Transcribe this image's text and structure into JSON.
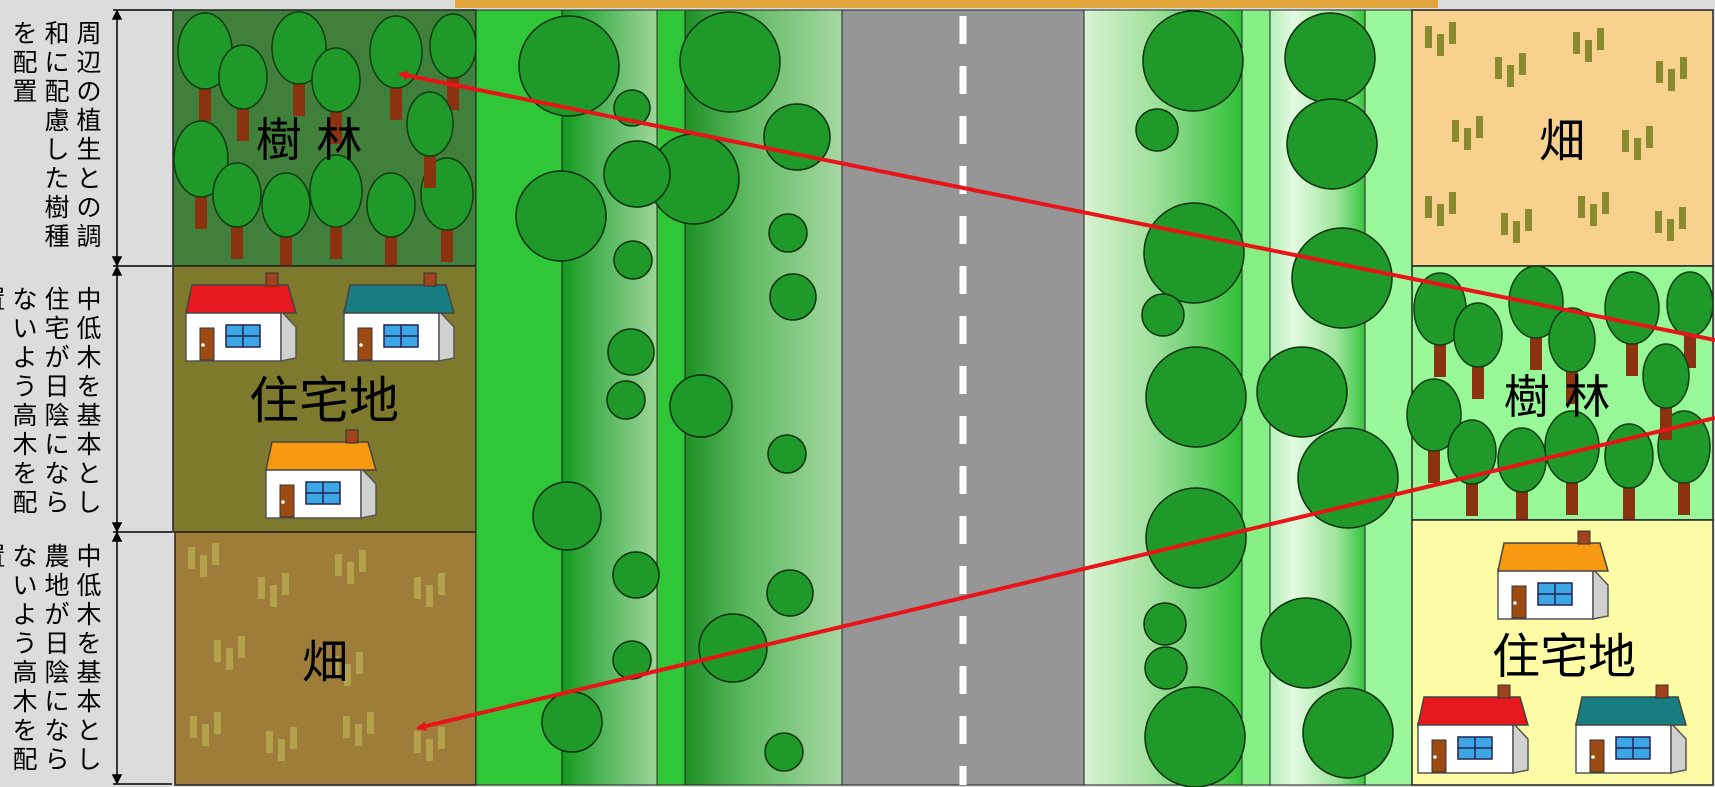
{
  "annotations": {
    "top": "周辺の植生との調和に配慮した樹種を配置",
    "middle": "中低木を基本とし住宅が日陰にならないよう高木を配置",
    "bottom": "中低木を基本とし農地が日陰にならないよう高木を配置"
  },
  "left_zones": {
    "forest": "樹 林",
    "residential": "住宅地",
    "field": "畑"
  },
  "right_zones": {
    "field": "畑",
    "forest": "樹 林",
    "residential": "住宅地"
  },
  "colors": {
    "forest_dark": "#41803a",
    "residential_olive": "#7d7a2e",
    "field_brown": "#9e7d3a",
    "field_light": "#f9d18f",
    "forest_light": "#98f898",
    "residential_light": "#fcfca6",
    "road": "#969696",
    "tree": "#1f9a2a",
    "trunk": "#8b3311",
    "arrow": "#e8141a",
    "top_bar": "#e2a53c"
  }
}
